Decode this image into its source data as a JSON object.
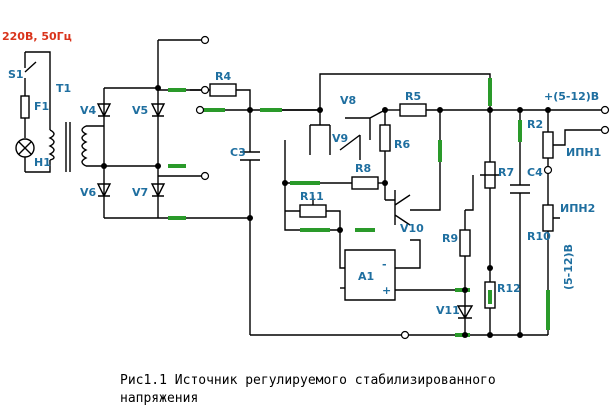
{
  "diagram": {
    "source_label": "220В, 50Гц",
    "switch_label": "S1",
    "transformer_label": "T1",
    "fuse_label": "F1",
    "lamp_label": "H1",
    "diode_labels": [
      "V4",
      "V5",
      "V6",
      "V7"
    ],
    "capacitor_labels": [
      "C3",
      "C4"
    ],
    "resistor_labels": [
      "R4",
      "R5",
      "R6",
      "R7",
      "R8",
      "R9",
      "R10",
      "R11",
      "R12",
      "R2"
    ],
    "transistor_labels": [
      "V8",
      "V9",
      "V10"
    ],
    "zener_label": "V11",
    "opamp_label": "A1",
    "opamp_minus": "-",
    "opamp_plus": "+",
    "output_label": "+(5-12)В",
    "meter1_label": "ИПН1",
    "meter2_label": "ИПН2",
    "meter2_range": "(5-12)В",
    "colors": {
      "wire": "#000000",
      "highlight": "#2a9a2a",
      "label": "#1f6fa0",
      "source": "#d9341c"
    }
  },
  "caption": {
    "line1": "Рис1.1 Источник регулируемого стабилизированного",
    "line2": "напряжения"
  }
}
